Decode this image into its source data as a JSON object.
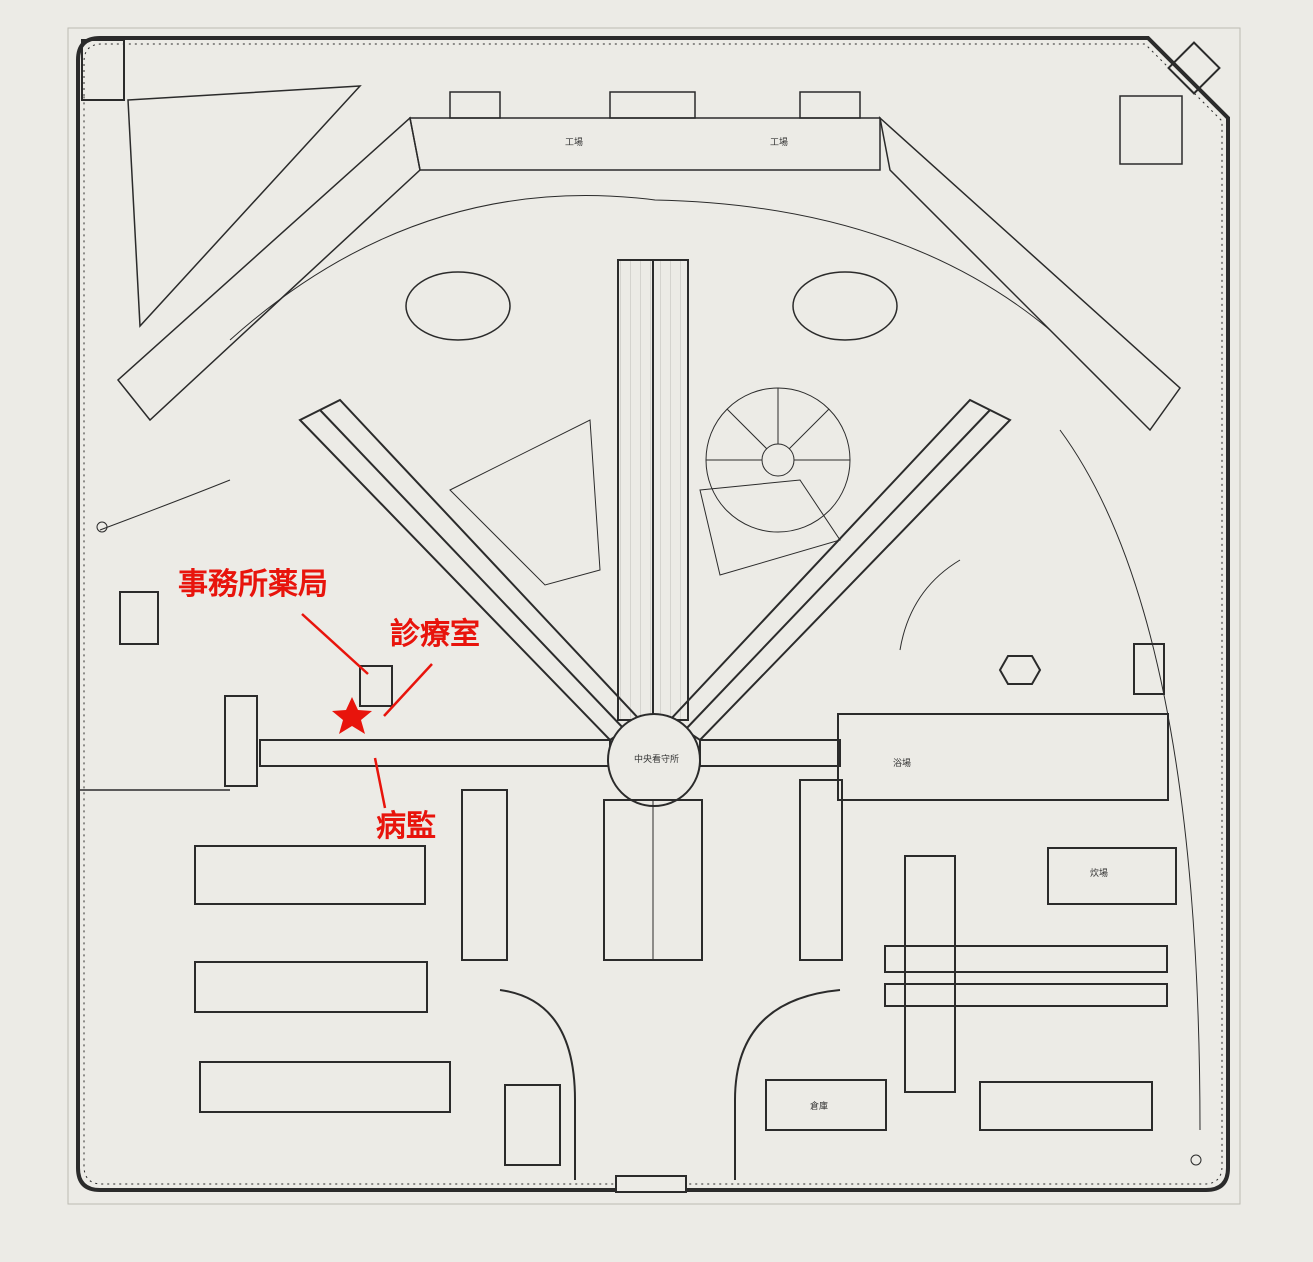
{
  "annotations": {
    "office_pharmacy": "事務所薬局",
    "exam_room": "診療室",
    "sick_ward": "病監"
  },
  "plan_labels": {
    "workshop_1": "工場",
    "workshop_2": "工場",
    "center_hub": "中央看守所",
    "bath": "浴場",
    "kitchen": "炊場",
    "storage": "倉庫"
  },
  "colors": {
    "annotation": "#e8140c",
    "ink": "#2b2b2b",
    "paper": "#ecebe6"
  },
  "icons": {
    "marker": "star-icon"
  }
}
